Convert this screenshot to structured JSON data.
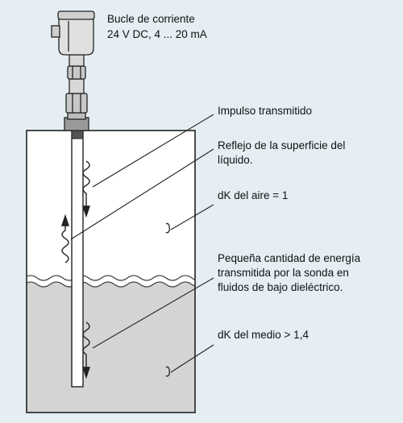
{
  "transmitter": {
    "label_line1": "Bucle de corriente",
    "label_line2": "24 V DC, 4 ... 20 mA"
  },
  "callouts": {
    "transmitted_pulse": "Impulso transmitido",
    "surface_reflection_line1": "Reflejo de la superficie del",
    "surface_reflection_line2": "líquido.",
    "air_dk": "dK del aire = 1",
    "low_energy_line1": "Pequeña cantidad de energía",
    "low_energy_line2": "transmitida por la sonda en",
    "low_energy_line3": "fluidos de bajo dieléctrico.",
    "medium_dk": "dK del medio > 1,4"
  },
  "colors": {
    "background": "#e4eef3",
    "air": "#ffffff",
    "liquid": "#d4d4d4",
    "outline": "#222222"
  }
}
